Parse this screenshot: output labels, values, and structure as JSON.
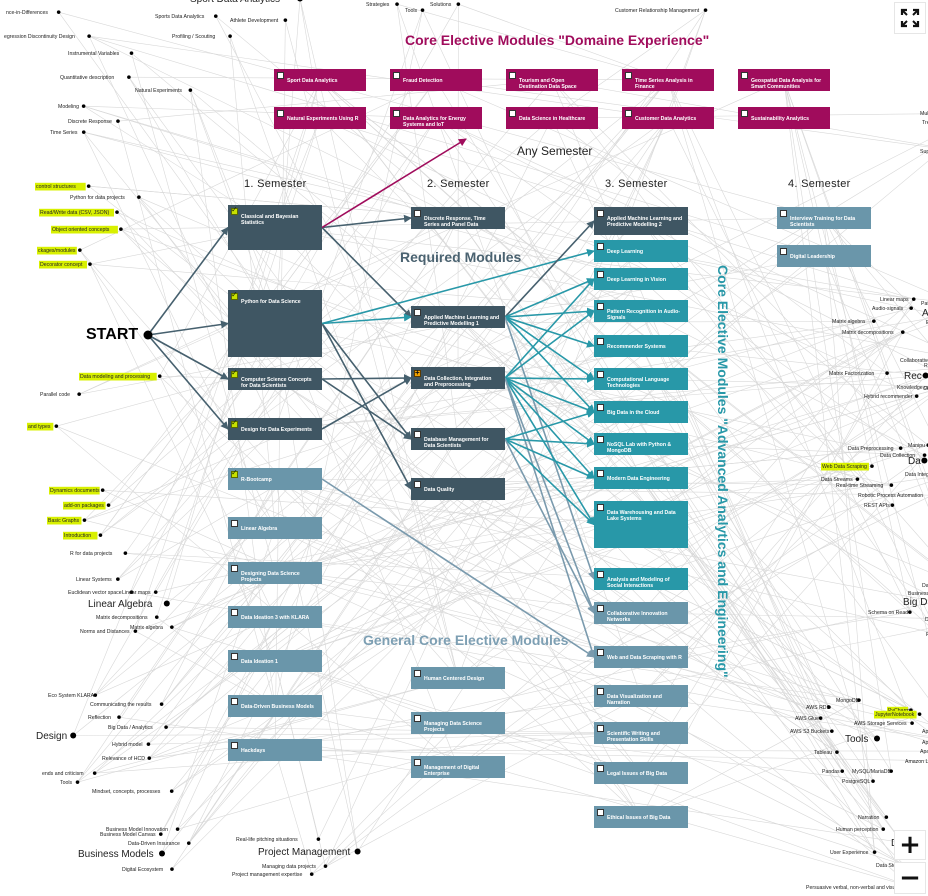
{
  "colors": {
    "required": "#3f5663",
    "domain": "#a00c5c",
    "advanced": "#2898a8",
    "general": "#6a96aa",
    "arrow_dark": "#46606e",
    "arrow_domain": "#a00c5c",
    "arrow_teal": "#2898a8",
    "arrow_general": "#7a9aad",
    "highlight": "#d8f000"
  },
  "headers": {
    "domain": "Core Elective Modules \"Domaine Experience\"",
    "any_semester": "Any Semester",
    "semester1": "1. Semester",
    "semester2": "2. Semester",
    "semester3": "3. Semester",
    "semester4": "4. Semester",
    "required": "Required Modules",
    "general": "General Core Elective Modules",
    "advanced": "Core Elective Modules \"Advanced Analytics and Engineering\"",
    "start": "START"
  },
  "controls": {
    "expand_icon": "expand-icon",
    "zoom_in": "+",
    "zoom_out": "−"
  },
  "modules": [
    {
      "id": "d1",
      "label": "Sport Data Analytics",
      "type": "domain",
      "state": "none"
    },
    {
      "id": "d2",
      "label": "Fraud Detection",
      "type": "domain",
      "state": "none"
    },
    {
      "id": "d3",
      "label": "Tourism and Open Destination Data Space",
      "type": "domain",
      "state": "none"
    },
    {
      "id": "d4",
      "label": "Time Series Analysis in Finance",
      "type": "domain",
      "state": "none"
    },
    {
      "id": "d5",
      "label": "Geospatial Data Analysis for Smart Communities",
      "type": "domain",
      "state": "none"
    },
    {
      "id": "d6",
      "label": "Natural Experiments Using R",
      "type": "domain",
      "state": "none"
    },
    {
      "id": "d7",
      "label": "Data Analytics for Energy Systems and IoT",
      "type": "domain",
      "state": "none"
    },
    {
      "id": "d8",
      "label": "Data Science in Healthcare",
      "type": "domain",
      "state": "none"
    },
    {
      "id": "d9",
      "label": "Customer Data Analytics",
      "type": "domain",
      "state": "none"
    },
    {
      "id": "d10",
      "label": "Sustainability Analytics",
      "type": "domain",
      "state": "none"
    },
    {
      "id": "s1a",
      "label": "Classical and Bayesian Statistics",
      "type": "required",
      "state": "done"
    },
    {
      "id": "s1b",
      "label": "Python for Data Science",
      "type": "required",
      "state": "done"
    },
    {
      "id": "s1c",
      "label": "Computer Science Concepts for Data Scientists",
      "type": "required",
      "state": "done"
    },
    {
      "id": "s1d",
      "label": "Design for Data Experiments",
      "type": "required",
      "state": "done"
    },
    {
      "id": "s1e",
      "label": "R-Bootcamp",
      "type": "general",
      "state": "done"
    },
    {
      "id": "g1",
      "label": "Linear Algebra",
      "type": "general",
      "state": "none"
    },
    {
      "id": "g2",
      "label": "Designing Data Science Projects",
      "type": "general",
      "state": "none"
    },
    {
      "id": "g3",
      "label": "Data Ideation 3 with KLARA",
      "type": "general",
      "state": "none"
    },
    {
      "id": "g4",
      "label": "Data Ideation 1",
      "type": "general",
      "state": "none"
    },
    {
      "id": "g5",
      "label": "Data-Driven Business Models",
      "type": "general",
      "state": "none"
    },
    {
      "id": "g6",
      "label": "Hackdays",
      "type": "general",
      "state": "none"
    },
    {
      "id": "s2a",
      "label": "Discrete Response, Time Series and Panel Data",
      "type": "required",
      "state": "none"
    },
    {
      "id": "s2b",
      "label": "Applied Machine Learning and Predictive Modelling 1",
      "type": "required",
      "state": "none"
    },
    {
      "id": "s2c",
      "label": "Data Collection, Integration and Preprocessing",
      "type": "required",
      "state": "active"
    },
    {
      "id": "s2d",
      "label": "Database Management for Data Scientists",
      "type": "required",
      "state": "none"
    },
    {
      "id": "s2e",
      "label": "Data Quality",
      "type": "required",
      "state": "none"
    },
    {
      "id": "g7",
      "label": "Human Centered Design",
      "type": "general",
      "state": "none"
    },
    {
      "id": "g8",
      "label": "Managing Data Science Projects",
      "type": "general",
      "state": "none"
    },
    {
      "id": "g9",
      "label": "Management of Digital Enterprise",
      "type": "general",
      "state": "none"
    },
    {
      "id": "s3a",
      "label": "Applied Machine Learning and Predictive Modelling 2",
      "type": "required",
      "state": "none"
    },
    {
      "id": "a1",
      "label": "Deep Learning",
      "type": "advanced",
      "state": "none"
    },
    {
      "id": "a2",
      "label": "Deep Learning in Vision",
      "type": "advanced",
      "state": "none"
    },
    {
      "id": "a3",
      "label": "Pattern Recognition in Audio-Signals",
      "type": "advanced",
      "state": "none"
    },
    {
      "id": "a4",
      "label": "Recommender Systems",
      "type": "advanced",
      "state": "none"
    },
    {
      "id": "a5",
      "label": "Computational Language Technologies",
      "type": "advanced",
      "state": "none"
    },
    {
      "id": "a6",
      "label": "Big Data in the Cloud",
      "type": "advanced",
      "state": "none"
    },
    {
      "id": "a7",
      "label": "NoSQL Lab with Python & MongoDB",
      "type": "advanced",
      "state": "none"
    },
    {
      "id": "a8",
      "label": "Modern Data Engineering",
      "type": "advanced",
      "state": "none"
    },
    {
      "id": "a9",
      "label": "Data Warehousing and Data Lake Systems",
      "type": "advanced",
      "state": "none"
    },
    {
      "id": "a10",
      "label": "Analysis and Modeling of Social Interactions",
      "type": "advanced",
      "state": "none"
    },
    {
      "id": "g10",
      "label": "Collaborative Innovation Networks",
      "type": "general",
      "state": "none"
    },
    {
      "id": "g11",
      "label": "Web and Data Scraping with R",
      "type": "general",
      "state": "none"
    },
    {
      "id": "g12",
      "label": "Data Visualization and Narration",
      "type": "general",
      "state": "none"
    },
    {
      "id": "g13",
      "label": "Scientific Writing and Presentation Skills",
      "type": "general",
      "state": "none"
    },
    {
      "id": "g14",
      "label": "Legal Issues of Big Data",
      "type": "general",
      "state": "none"
    },
    {
      "id": "g15",
      "label": "Ethical Issues of Big Data",
      "type": "general",
      "state": "none"
    },
    {
      "id": "s4a",
      "label": "Interview Training for Data Scientists",
      "type": "general",
      "state": "none"
    },
    {
      "id": "s4b",
      "label": "Digital Leadership",
      "type": "general",
      "state": "none"
    }
  ],
  "edges": [
    {
      "from": "start",
      "to": "s1a",
      "kind": "dark"
    },
    {
      "from": "start",
      "to": "s1b",
      "kind": "dark"
    },
    {
      "from": "start",
      "to": "s1c",
      "kind": "dark"
    },
    {
      "from": "start",
      "to": "s1d",
      "kind": "dark"
    },
    {
      "from": "s1a",
      "to": "s2a",
      "kind": "dark"
    },
    {
      "from": "s1a",
      "to": "s2b",
      "kind": "dark"
    },
    {
      "from": "s1a",
      "to": "d8",
      "kind": "domain"
    },
    {
      "from": "s1b",
      "to": "s2b",
      "kind": "teal"
    },
    {
      "from": "s1b",
      "to": "s2d",
      "kind": "dark"
    },
    {
      "from": "s1b",
      "to": "s2e",
      "kind": "dark"
    },
    {
      "from": "s1b",
      "to": "a1",
      "kind": "teal"
    },
    {
      "from": "s1c",
      "to": "s2c",
      "kind": "dark"
    },
    {
      "from": "s1c",
      "to": "s2d",
      "kind": "dark"
    },
    {
      "from": "s1d",
      "to": "s2c",
      "kind": "dark"
    },
    {
      "from": "s1e",
      "to": "g11",
      "kind": "general"
    },
    {
      "from": "s2b",
      "to": "s3a",
      "kind": "dark"
    },
    {
      "from": "s2b",
      "to": "a2",
      "kind": "teal"
    },
    {
      "from": "s2b",
      "to": "a3",
      "kind": "teal"
    },
    {
      "from": "s2b",
      "to": "a4",
      "kind": "teal"
    },
    {
      "from": "s2b",
      "to": "a5",
      "kind": "teal"
    },
    {
      "from": "s2b",
      "to": "a6",
      "kind": "teal"
    },
    {
      "from": "s2b",
      "to": "a10",
      "kind": "general"
    },
    {
      "from": "s2c",
      "to": "a2",
      "kind": "teal"
    },
    {
      "from": "s2c",
      "to": "a3",
      "kind": "teal"
    },
    {
      "from": "s2c",
      "to": "a5",
      "kind": "teal"
    },
    {
      "from": "s2c",
      "to": "a6",
      "kind": "teal"
    },
    {
      "from": "s2c",
      "to": "a7",
      "kind": "teal"
    },
    {
      "from": "s2c",
      "to": "a8",
      "kind": "teal"
    },
    {
      "from": "s2c",
      "to": "a9",
      "kind": "teal"
    },
    {
      "from": "s2c",
      "to": "g10",
      "kind": "general"
    },
    {
      "from": "s2c",
      "to": "g11",
      "kind": "general"
    },
    {
      "from": "s2d",
      "to": "a6",
      "kind": "teal"
    },
    {
      "from": "s2d",
      "to": "a7",
      "kind": "teal"
    },
    {
      "from": "s2d",
      "to": "a8",
      "kind": "teal"
    },
    {
      "from": "s2d",
      "to": "a9",
      "kind": "teal"
    },
    {
      "from": "s2d",
      "to": "g10",
      "kind": "general"
    }
  ],
  "keywords": [
    {
      "t": "Sport Data Analytics",
      "big": true,
      "hl": false
    },
    {
      "t": "Strategies",
      "big": false,
      "hl": false
    },
    {
      "t": "Tools",
      "big": false,
      "hl": false
    },
    {
      "t": "Solutions",
      "big": false,
      "hl": false
    },
    {
      "t": "Customer Relationship Management",
      "big": false,
      "hl": false
    },
    {
      "t": "nce-in-Differences",
      "big": false,
      "hl": false
    },
    {
      "t": "Sports Data Analytics",
      "big": false,
      "hl": false
    },
    {
      "t": "Athlete Development",
      "big": false,
      "hl": false
    },
    {
      "t": "egression Discontinuity Design",
      "big": false,
      "hl": false
    },
    {
      "t": "Profiling / Scouting",
      "big": false,
      "hl": false
    },
    {
      "t": "Instrumental Variables",
      "big": false,
      "hl": false
    },
    {
      "t": "Quantitative description",
      "big": false,
      "hl": false
    },
    {
      "t": "Natural Experiments",
      "big": false,
      "hl": false
    },
    {
      "t": "Modeling",
      "big": false,
      "hl": false
    },
    {
      "t": "Discrete Response",
      "big": false,
      "hl": false
    },
    {
      "t": "Time Series",
      "big": false,
      "hl": false
    },
    {
      "t": "control structures",
      "big": false,
      "hl": true
    },
    {
      "t": "Python for data projects",
      "big": false,
      "hl": false
    },
    {
      "t": "Read/Write data (CSV, JSON)",
      "big": false,
      "hl": true
    },
    {
      "t": "Object oriented concepts",
      "big": false,
      "hl": true
    },
    {
      "t": "ckages/modules",
      "big": false,
      "hl": true
    },
    {
      "t": "Decorator concept",
      "big": false,
      "hl": true
    },
    {
      "t": "Data modeling and processing",
      "big": false,
      "hl": true
    },
    {
      "t": "Parallel code",
      "big": false,
      "hl": false
    },
    {
      "t": "and types",
      "big": false,
      "hl": true
    },
    {
      "t": "Dynamics documents",
      "big": false,
      "hl": true
    },
    {
      "t": "add-on packages",
      "big": false,
      "hl": true
    },
    {
      "t": "Basic Graphs",
      "big": false,
      "hl": true
    },
    {
      "t": "Introduction",
      "big": false,
      "hl": true
    },
    {
      "t": "R for data projects",
      "big": false,
      "hl": false
    },
    {
      "t": "Linear Systems",
      "big": false,
      "hl": false
    },
    {
      "t": "Euclidean vector space",
      "big": false,
      "hl": false
    },
    {
      "t": "Linear maps",
      "big": false,
      "hl": false
    },
    {
      "t": "Linear Algebra",
      "big": true,
      "hl": false
    },
    {
      "t": "Matrix decompositions",
      "big": false,
      "hl": false
    },
    {
      "t": "Norms and Distances",
      "big": false,
      "hl": false
    },
    {
      "t": "Matrix algebra",
      "big": false,
      "hl": false
    },
    {
      "t": "Eco System KLARA",
      "big": false,
      "hl": false
    },
    {
      "t": "Communicating the results",
      "big": false,
      "hl": false
    },
    {
      "t": "Reflection",
      "big": false,
      "hl": false
    },
    {
      "t": "Big Data / Analytics",
      "big": false,
      "hl": false
    },
    {
      "t": "Design",
      "big": true,
      "hl": false
    },
    {
      "t": "Hybrid model",
      "big": false,
      "hl": false
    },
    {
      "t": "Relevance of HCD",
      "big": false,
      "hl": false
    },
    {
      "t": "ends and criticism",
      "big": false,
      "hl": false
    },
    {
      "t": "Tools",
      "big": false,
      "hl": false
    },
    {
      "t": "Mindset, concepts, processes",
      "big": false,
      "hl": false
    },
    {
      "t": "Business Model Innovation",
      "big": false,
      "hl": false
    },
    {
      "t": "Business Model Canvas",
      "big": false,
      "hl": false
    },
    {
      "t": "Data-Driven Insurance",
      "big": false,
      "hl": false
    },
    {
      "t": "Business Models",
      "big": true,
      "hl": false
    },
    {
      "t": "Digital Ecosystem",
      "big": false,
      "hl": false
    },
    {
      "t": "Real-life pitching situations",
      "big": false,
      "hl": false
    },
    {
      "t": "Project Management",
      "big": true,
      "hl": false
    },
    {
      "t": "Managing data projects",
      "big": false,
      "hl": false
    },
    {
      "t": "Project management expertise",
      "big": false,
      "hl": false
    },
    {
      "t": "Multi-dimensional Sca",
      "big": false,
      "hl": false
    },
    {
      "t": "Trees and ensemble",
      "big": false,
      "hl": false
    },
    {
      "t": "Support Vecto",
      "big": false,
      "hl": false
    },
    {
      "t": "Linear maps",
      "big": false,
      "hl": false
    },
    {
      "t": "Pattern Rec",
      "big": false,
      "hl": false
    },
    {
      "t": "Audio-signals",
      "big": false,
      "hl": false
    },
    {
      "t": "Audio F",
      "big": true,
      "hl": false
    },
    {
      "t": "Matrix algebra",
      "big": false,
      "hl": false
    },
    {
      "t": "Euclidean vector",
      "big": false,
      "hl": false
    },
    {
      "t": "Matrix decompositions",
      "big": false,
      "hl": false
    },
    {
      "t": "Collaborative filtering",
      "big": false,
      "hl": false
    },
    {
      "t": "Restricted Boltz",
      "big": false,
      "hl": false
    },
    {
      "t": "Matrix Factorization",
      "big": false,
      "hl": false
    },
    {
      "t": "Rec",
      "big": true,
      "hl": false
    },
    {
      "t": "Knowledge graph-based RS",
      "big": false,
      "hl": false
    },
    {
      "t": "Conte",
      "big": false,
      "hl": false
    },
    {
      "t": "Hybrid recommender",
      "big": false,
      "hl": false
    },
    {
      "t": "Manipu",
      "big": false,
      "hl": false
    },
    {
      "t": "Data Preprocessing",
      "big": false,
      "hl": false
    },
    {
      "t": "Data Collection",
      "big": false,
      "hl": false
    },
    {
      "t": "Web Data Scraping",
      "big": false,
      "hl": true
    },
    {
      "t": "Da",
      "big": true,
      "hl": false
    },
    {
      "t": "Data Integration",
      "big": false,
      "hl": false
    },
    {
      "t": "Data Streams",
      "big": false,
      "hl": false
    },
    {
      "t": "Real-time Streaming",
      "big": false,
      "hl": false
    },
    {
      "t": "Robotic Process Automation",
      "big": false,
      "hl": false
    },
    {
      "t": "REST APIs",
      "big": false,
      "hl": false
    },
    {
      "t": "Data Lake Sys",
      "big": false,
      "hl": false
    },
    {
      "t": "Business Requirements",
      "big": false,
      "hl": false
    },
    {
      "t": "Big D",
      "big": true,
      "hl": false
    },
    {
      "t": "Schema on Read",
      "big": false,
      "hl": false
    },
    {
      "t": "Data Warehouse Sy",
      "big": false,
      "hl": false
    },
    {
      "t": "Rel",
      "big": false,
      "hl": false
    },
    {
      "t": "MongoDB",
      "big": false,
      "hl": false
    },
    {
      "t": "AWS RDS",
      "big": false,
      "hl": false
    },
    {
      "t": "PyCharm",
      "big": false,
      "hl": true
    },
    {
      "t": "AWS Glue",
      "big": false,
      "hl": false
    },
    {
      "t": "JupyterNotebook",
      "big": false,
      "hl": true
    },
    {
      "t": "AWS Storage Services",
      "big": false,
      "hl": false
    },
    {
      "t": "AWS S3 Buckets",
      "big": false,
      "hl": false
    },
    {
      "t": "Apache HDF",
      "big": false,
      "hl": false
    },
    {
      "t": "Tools",
      "big": true,
      "hl": false
    },
    {
      "t": "Apache Airflo",
      "big": false,
      "hl": false
    },
    {
      "t": "Tableau",
      "big": false,
      "hl": false
    },
    {
      "t": "ApacheConfluen",
      "big": false,
      "hl": false
    },
    {
      "t": "Amazon Lamda Functions",
      "big": false,
      "hl": false
    },
    {
      "t": "Pandas",
      "big": false,
      "hl": false
    },
    {
      "t": "MySQL/MariaDB",
      "big": false,
      "hl": false
    },
    {
      "t": "PostgreSQL",
      "big": false,
      "hl": false
    },
    {
      "t": "Narration",
      "big": false,
      "hl": false
    },
    {
      "t": "Human perception",
      "big": false,
      "hl": false
    },
    {
      "t": "D",
      "big": true,
      "hl": false
    },
    {
      "t": "User Experience",
      "big": false,
      "hl": false
    },
    {
      "t": "Data Stor",
      "big": false,
      "hl": false
    },
    {
      "t": "Persuasive verbal, non-verbal and visu",
      "big": false,
      "hl": false
    }
  ]
}
